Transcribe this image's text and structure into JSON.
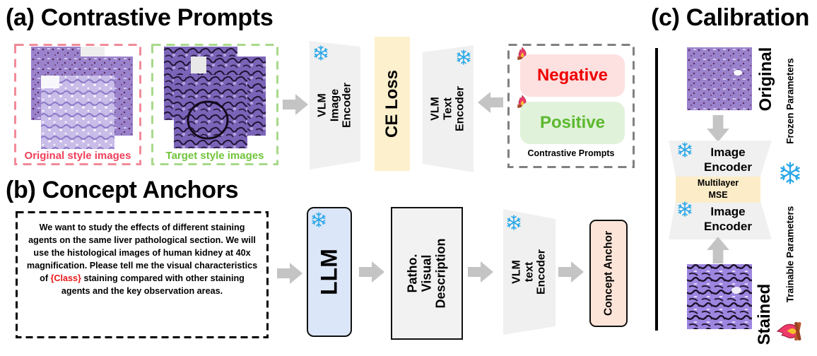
{
  "sections": {
    "a": {
      "title": "(a) Contrastive Prompts",
      "original_caption": "Original style images",
      "target_caption": "Target style images",
      "image_encoder_label": [
        "VLM",
        "Image",
        "Encoder"
      ],
      "loss_label": "CE Loss",
      "text_encoder_label": [
        "VLM",
        "Text",
        "Encoder"
      ],
      "prompts": {
        "negative": "Negative",
        "positive": "Positive",
        "caption": "Contrastive Prompts"
      }
    },
    "b": {
      "title": "(b) Concept Anchors",
      "prompt_text_before": "We want to study the effects of different staining agents on the same liver pathological section. We will use the histological images of human kidney at 40x magnification. Please tell me the visual characteristics of ",
      "prompt_class_token": "{Class}",
      "prompt_text_after": " staining compared with other staining agents and the key observation areas.",
      "llm_label": "LLM",
      "description_label": [
        "Patho.",
        "Visual",
        "Description"
      ],
      "text_encoder_label": [
        "VLM",
        "text",
        "Encoder"
      ],
      "anchor_label": "Concept Anchor"
    },
    "c": {
      "title": "(c) Calibration",
      "original_label": "Original",
      "stained_label": "Stained",
      "encoder_top_label": [
        "Image",
        "Encoder"
      ],
      "mse_label": [
        "Multilayer",
        "MSE"
      ],
      "encoder_bottom_label": [
        "Image",
        "Encoder"
      ],
      "legend": {
        "frozen": "Frozen Parameters",
        "trainable": "Trainable Parameters"
      }
    }
  },
  "colors": {
    "original_border": "#f28a98",
    "original_text": "#f0405a",
    "target_border": "#a8d98a",
    "target_text": "#72c43a",
    "encoder_fill": "#f0f0f0",
    "loss_fill": "#fdf0cc",
    "negative_fill": "#fde0e0",
    "negative_text": "#ee0000",
    "positive_fill": "#e0f2da",
    "positive_text": "#5cb82e",
    "llm_fill": "#dbe6f8",
    "anchor_fill": "#fde4d8",
    "mse_fill": "#fcedc8",
    "arrow": "#c4c4c4",
    "snowflake": "#2aa7e8",
    "class_token": "#e81818"
  }
}
